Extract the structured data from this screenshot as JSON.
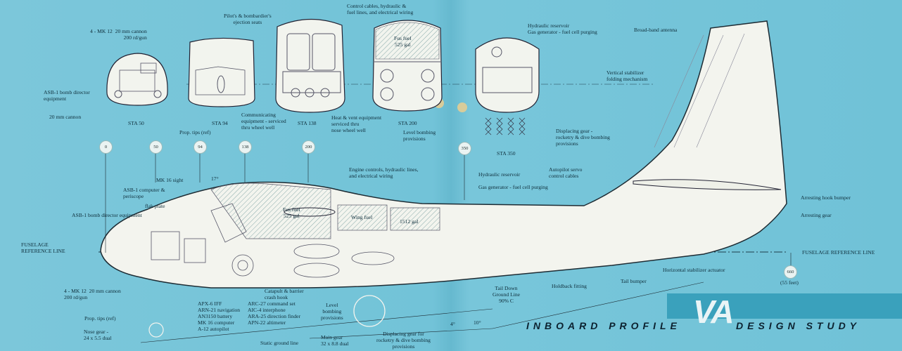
{
  "title": {
    "left": "INBOARD PROFILE",
    "logo": "VA",
    "right": "DESIGN STUDY"
  },
  "stations": [
    {
      "name": "STA 50"
    },
    {
      "name": "STA 94"
    },
    {
      "name": "STA 138"
    },
    {
      "name": "STA 200"
    },
    {
      "name": "STA 350"
    }
  ],
  "bubbles": [
    "0",
    "50",
    "94",
    "138",
    "200",
    "350",
    "660"
  ],
  "labels": {
    "cannon_top": "4 - MK 12  20 mm cannon\n200 rd/gun",
    "asb_top": "ASB-1 bomb director\nequipment",
    "cannon_20": "20 mm cannon",
    "ejection": "Pilot's & bombardier's\nejection seats",
    "control_cables": "Control cables, hydraulic &\nfuel lines, and electrical wiring",
    "fus_fuel_top": "Fus fuel\n525 gal",
    "hyd_res_top": "Hydraulic reservoir\nGas generator - fuel cell purging",
    "broadband": "Broad-band antenna",
    "vert_stab": "Vertical stabilizer\nfolding mechanism",
    "comm_equip": "Communicating\nequipment - serviced\nthru wheel well",
    "heat_vent": "Heat & vent equipment\nserviced thru\nnose wheel well",
    "level_bomb_top": "Level bombing\nprovisions",
    "displacing_top": "Displacing gear -\nrocketry & dive bombing\nprovisions",
    "prop_tips_top": "Prop. tips (ref)",
    "mk16": "MK 16 sight",
    "asb_comp": "ASB-1 computer &\nperiscope",
    "flak": "flak plate",
    "asb_side": "ASB-1 bomb director equipment",
    "engine_controls": "Engine controls, hydraulic lines,\nand electrical wiring",
    "hyd_res_side": "Hydraulic reservoir",
    "gas_gen": "Gas generator - fuel cell purging",
    "autopilot": "Autopilot servo\ncontrol cables",
    "fus_fuel_side": "Fus fuel\n525 gal",
    "wing_fuel": "Wing fuel",
    "wing_gal": "1512 gal",
    "frl_left": "FUSELAGE\nREFERENCE LINE",
    "frl_right": "FUSELAGE REFERENCE LINE",
    "arresting_bumper": "Arresting hook bumper",
    "arresting_gear": "Arresting gear",
    "h_stab": "Horizontal stabilizer actuator",
    "tail_bumper": "Tail bumper",
    "length": "(55 feet)",
    "holdback": "Holdback fitting",
    "tail_down": "Tail Down\nGround Line\n90% C",
    "cannon_bottom": "4 - MK 12  20 mm cannon\n200 rd/gun",
    "catapult": "Catapult & barrier\ncrash hook",
    "avionics_a": "APX-6 IFF\nARN-21 navigation\nAN3150 battery\nMK 16 computer\nA-12 autopilot",
    "avionics_b": "ARC-27 command set\nAIC-4 interphone\nARA-25 direction finder\nAPN-22 altimeter",
    "level_bomb_side": "Level\nbombing\nprovisions",
    "prop_tips_bottom": "Prop. tips (ref)",
    "nose_gear": "Nose gear -\n24 x 5.5 dual",
    "static_ground": "Static ground line",
    "main_gear": "Main gear\n32 x 8.8 dual",
    "displacing_side": "Displacing gear for\nrocketry & dive bombing\nprovisions",
    "angle_17": "17°",
    "angle_4": "4°",
    "angle_10": "10°"
  }
}
